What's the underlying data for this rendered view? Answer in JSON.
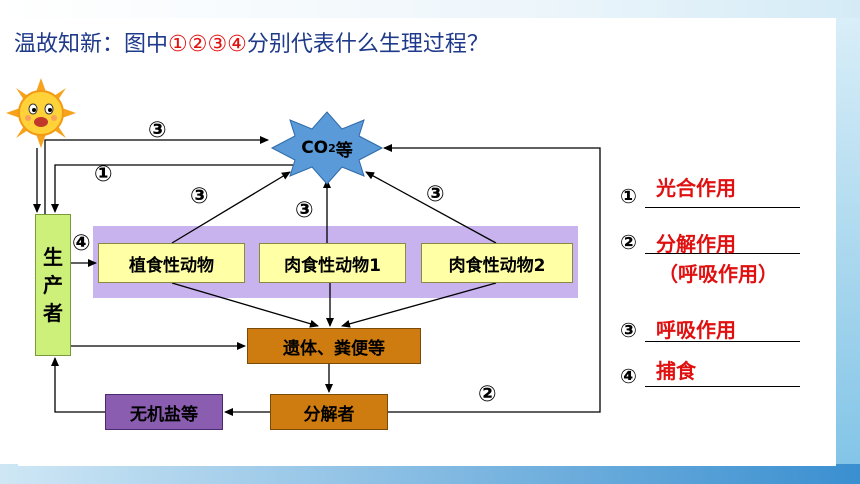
{
  "title": {
    "prefix": "温故知新：图中",
    "numbers": "①②③④",
    "suffix": "分别代表什么生理过程？"
  },
  "nodes": {
    "co2_main": "CO",
    "co2_sub": "2",
    "co2_tail": "等",
    "producer": [
      "生",
      "产",
      "者"
    ],
    "herbivore": "植食性动物",
    "carnivore1": "肉食性动物1",
    "carnivore2": "肉食性动物2",
    "remains": "遗体、粪便等",
    "decomposer": "分解者",
    "salts": "无机盐等"
  },
  "diagram_markers": {
    "m3_top": "③",
    "m1": "①",
    "m3_left": "③",
    "m3_mid": "③",
    "m3_right": "③",
    "m4": "④",
    "m2": "②"
  },
  "answers": [
    {
      "num": "①",
      "text": "光合作用"
    },
    {
      "num": "②",
      "text": "分解作用",
      "note": "（呼吸作用）"
    },
    {
      "num": "③",
      "text": "呼吸作用"
    },
    {
      "num": "④",
      "text": "捕食"
    }
  ],
  "colors": {
    "title": "#1f3a8a",
    "highlight": "#e01010",
    "producer": "#ccf07a",
    "band": "#c9b3ef",
    "consumer": "#ffffa6",
    "orange_box": "#ce7b0f",
    "salts_box": "#8a5db0",
    "co2_star": "#5a9ad8"
  },
  "icons": {
    "sun": "sun-icon"
  }
}
